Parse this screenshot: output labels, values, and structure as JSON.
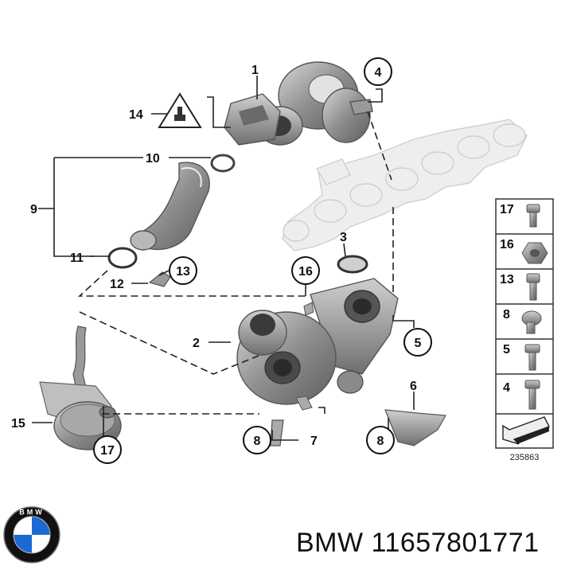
{
  "callouts": {
    "c1": "1",
    "c2": "2",
    "c3": "3",
    "c4": "4",
    "c5": "5",
    "c6": "6",
    "c7": "7",
    "c8a": "8",
    "c8b": "8",
    "c9": "9",
    "c10": "10",
    "c11": "11",
    "c12": "12",
    "c13": "13",
    "c14": "14",
    "c15": "15",
    "c16": "16",
    "c17": "17"
  },
  "fastener_legend": {
    "items": [
      "17",
      "16",
      "13",
      "8",
      "5",
      "4"
    ]
  },
  "image_number": "235863",
  "caption": "BMW 11657801771",
  "brand": {
    "logo_text": "BMW",
    "colors": {
      "blue": "#1c69d4",
      "ring": "#111111",
      "white": "#ffffff"
    }
  },
  "colors": {
    "part_gray": "#8c8c8c",
    "part_light": "#c7c7c7",
    "ghost": "#eeeeee",
    "line": "#222222"
  }
}
